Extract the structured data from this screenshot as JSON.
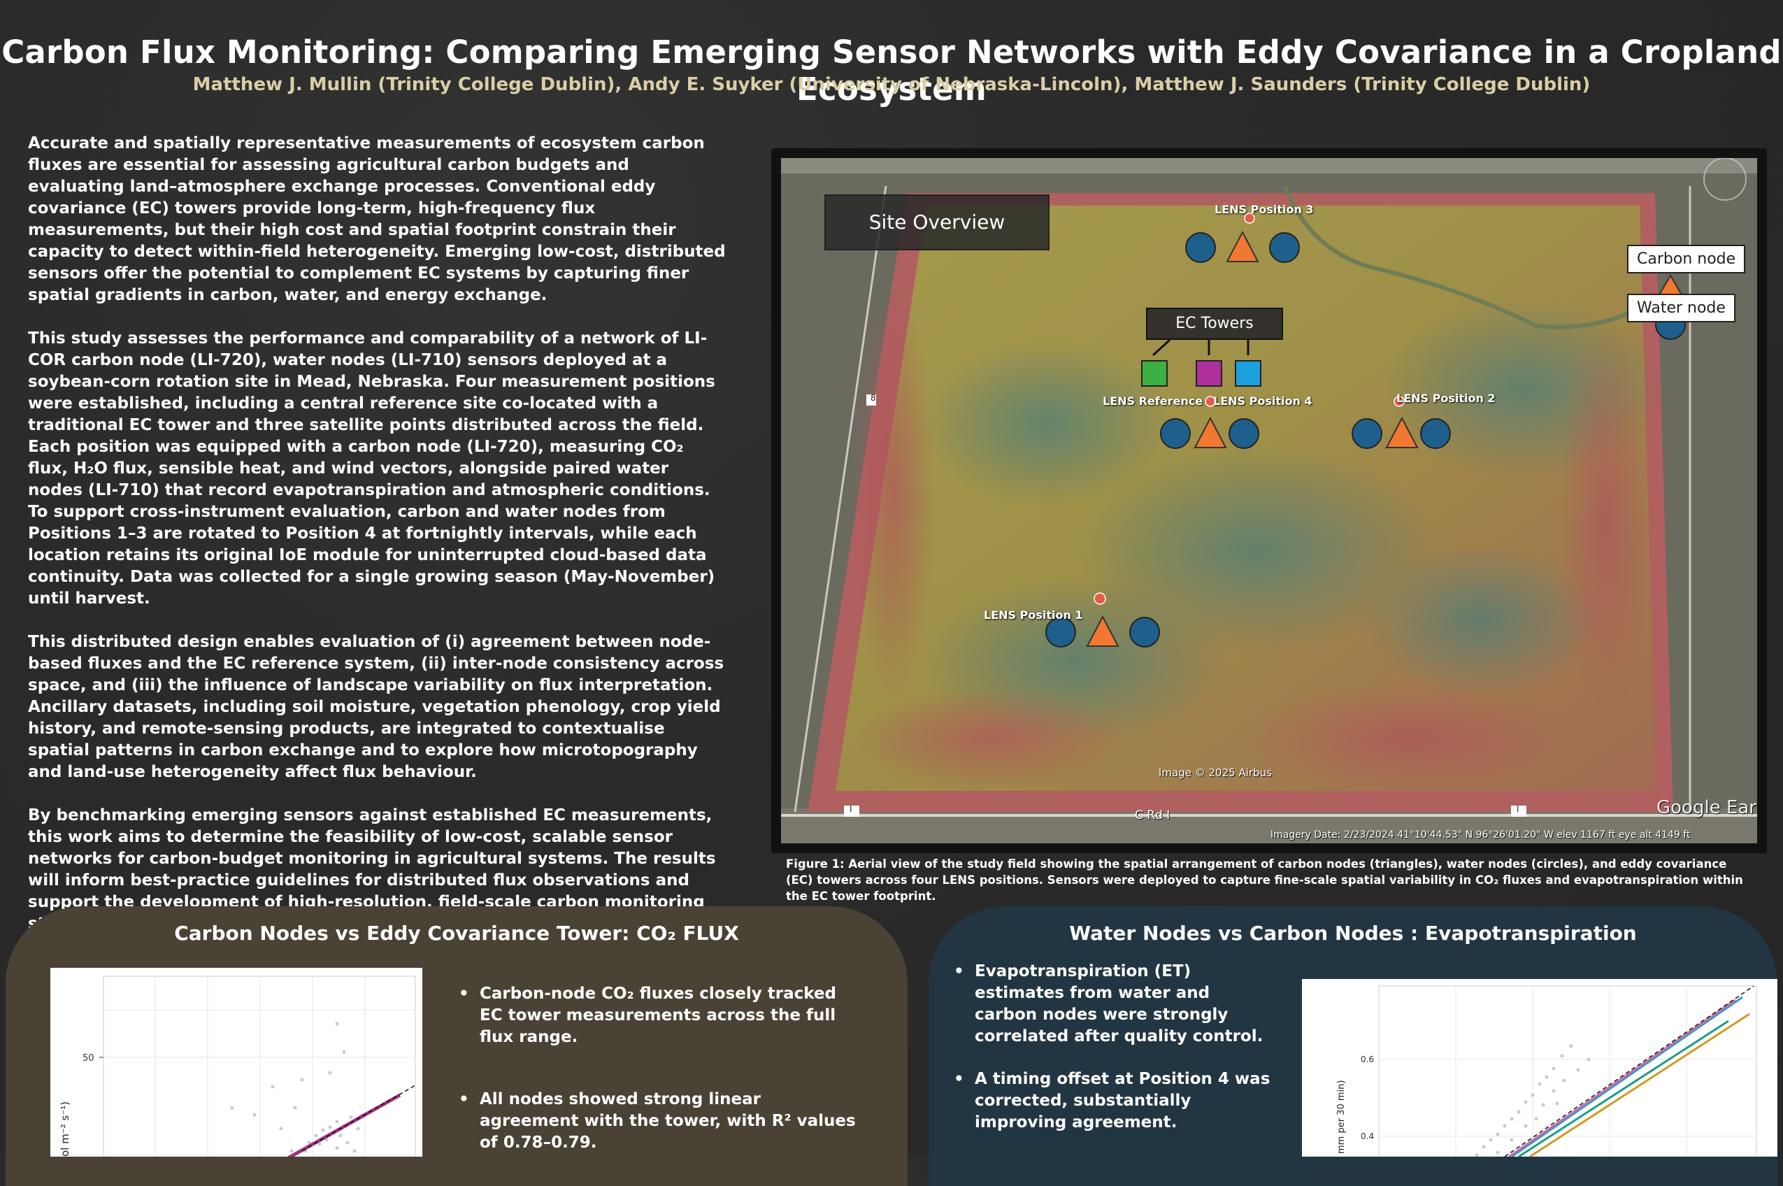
{
  "header": {
    "title": "Carbon Flux Monitoring: Comparing Emerging Sensor Networks with Eddy Covariance in a Cropland Ecosystem",
    "authors": "Matthew J. Mullin (Trinity College Dublin), Andy E. Suyker (University of Nebraska-Lincoln), Matthew J. Saunders (Trinity College Dublin)"
  },
  "intro": {
    "paragraphs": [
      "Accurate and spatially representative measurements of ecosystem carbon fluxes are essential for assessing agricultural carbon budgets and evaluating land–atmosphere exchange processes. Conventional eddy covariance (EC) towers provide long-term, high-frequency flux measurements, but their high cost and spatial footprint constrain their capacity to detect within-field heterogeneity. Emerging low-cost, distributed sensors offer the potential to complement EC systems by capturing finer spatial gradients in carbon, water, and energy exchange.",
      "This study assesses the performance and comparability of a network of LI-COR carbon node (LI-720), water nodes (LI-710) sensors deployed at a soybean-corn rotation site in Mead, Nebraska. Four measurement positions were established, including a central reference site co-located with a traditional EC tower and three satellite points distributed across the field. Each position was equipped with a carbon node (LI-720), measuring CO₂ flux, H₂O flux, sensible heat, and wind vectors, alongside paired water nodes (LI-710) that record evapotranspiration and atmospheric conditions. To support cross-instrument evaluation, carbon and water nodes from Positions 1–3 are rotated to Position 4 at fortnightly intervals, while each location retains its original IoE module for uninterrupted cloud-based data continuity. Data was collected for a single growing season (May-November) until harvest.",
      "This distributed design enables evaluation of (i) agreement between node-based fluxes and the EC reference system, (ii) inter-node consistency across space, and (iii) the influence of landscape variability on flux interpretation. Ancillary datasets, including soil moisture, vegetation phenology, crop yield history, and remote-sensing products, are integrated to contextualise spatial patterns in carbon exchange and to explore how microtopography and land-use heterogeneity affect flux behaviour.",
      "By benchmarking emerging sensors against established EC measurements, this work aims to determine the feasibility of low-cost, scalable sensor networks for carbon-budget monitoring in agricultural systems. The results will inform best-practice guidelines for distributed flux observations and support the development of high-resolution, field-scale carbon monitoring strategies."
    ]
  },
  "map": {
    "site_overview": "Site Overview",
    "legend": {
      "carbon": "Carbon node",
      "water": "Water node"
    },
    "ec_towers": "EC Towers",
    "positions": {
      "p1": "LENS Position 1",
      "p2": "LENS Position 2",
      "p3": "LENS Position 3",
      "p4": "LENS Position 4",
      "ref": "LENS Reference"
    },
    "road": "C Rd I",
    "road_marker_a": "8",
    "road_marker_b": "I",
    "road_marker_c": "I",
    "copyright": "Image © 2025 Airbus",
    "imagery_info": "Imagery Date: 2/23/2024     41°10'44.53\" N    96°26'01.20\" W   elev  1167 ft      eye alt  4149 ft",
    "google": "Google Earth",
    "colors": {
      "carbon": "#f07830",
      "water": "#1f5f8b",
      "ec_green": "#3cb043",
      "ec_magenta": "#b0309b",
      "ec_cyan": "#1ea0dc"
    }
  },
  "caption": "Figure 1: Aerial view of the study field showing the spatial arrangement of carbon nodes (triangles), water nodes (circles), and eddy covariance (EC) towers across four LENS positions. Sensors were deployed to capture fine-scale spatial variability in CO₂ fluxes and evapotranspiration within the EC tower footprint.",
  "left_panel": {
    "title": "Carbon Nodes vs Eddy Covariance Tower: CO₂ FLUX",
    "bullets": [
      "Carbon-node CO₂ fluxes closely tracked EC tower measurements across the full flux range.",
      "All nodes showed strong linear agreement with the tower, with R² values of 0.78–0.79."
    ],
    "plot": {
      "y_tick": "50",
      "y_label": "ol m⁻² s⁻¹)"
    }
  },
  "right_panel": {
    "title": "Water Nodes vs Carbon Nodes : Evapotranspiration",
    "bullets": [
      "Evapotranspiration (ET) estimates from water and carbon nodes were strongly correlated after quality control.",
      "A timing offset at Position 4 was corrected, substantially improving agreement."
    ],
    "plot": {
      "y_tick_a": "0.6",
      "y_tick_b": "0.4",
      "y_label": "mm per 30 min)"
    }
  }
}
